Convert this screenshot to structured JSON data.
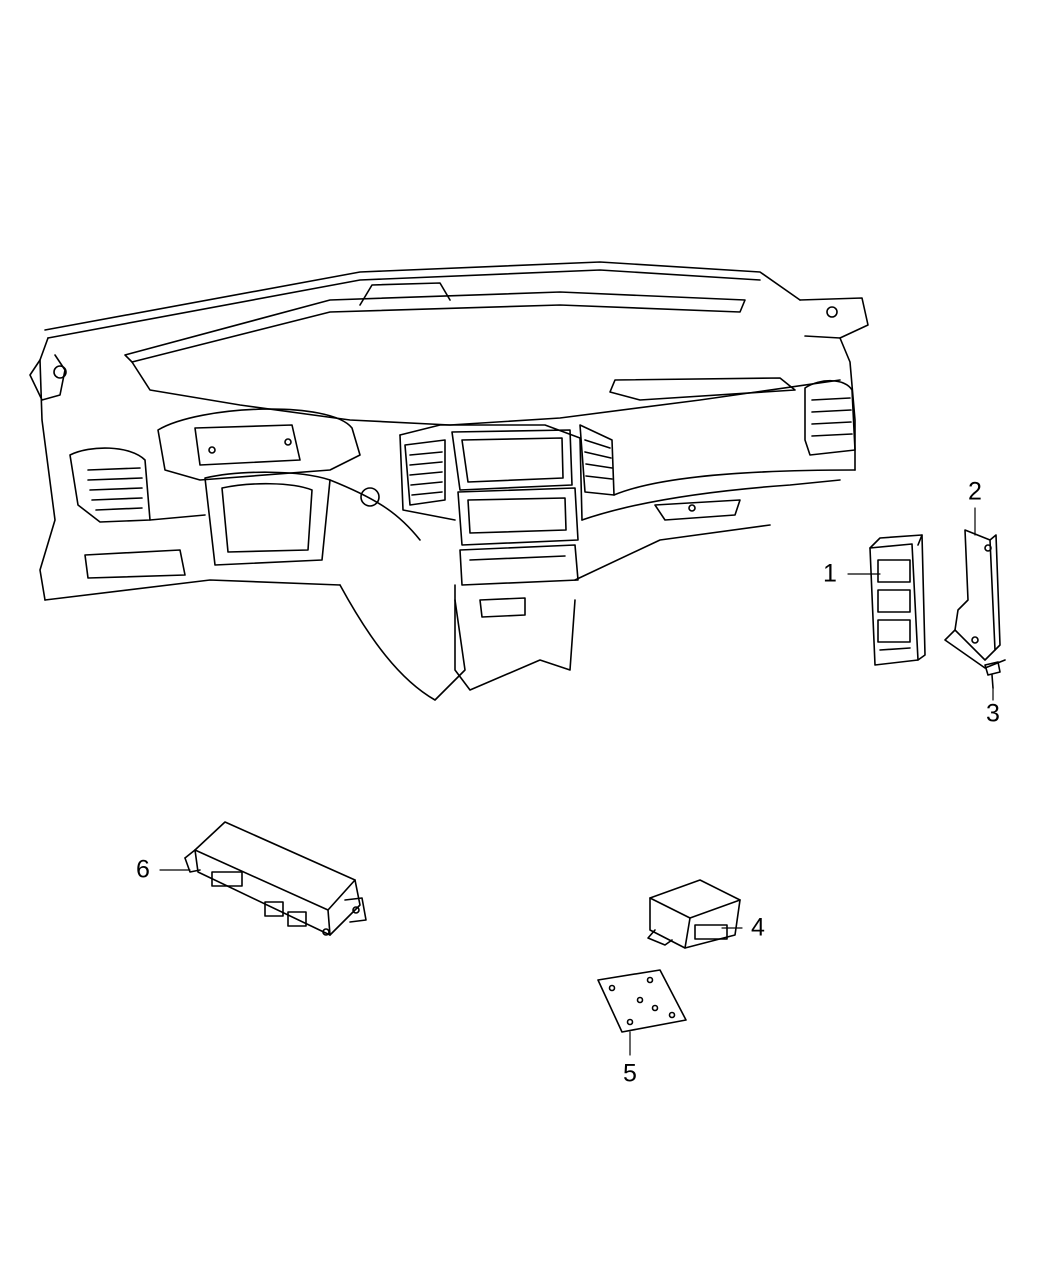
{
  "diagram": {
    "colors": {
      "stroke": "#000000",
      "background": "#ffffff"
    },
    "callouts": [
      {
        "id": "1",
        "label": "1"
      },
      {
        "id": "2",
        "label": "2"
      },
      {
        "id": "3",
        "label": "3"
      },
      {
        "id": "4",
        "label": "4"
      },
      {
        "id": "5",
        "label": "5"
      },
      {
        "id": "6",
        "label": "6"
      }
    ]
  }
}
